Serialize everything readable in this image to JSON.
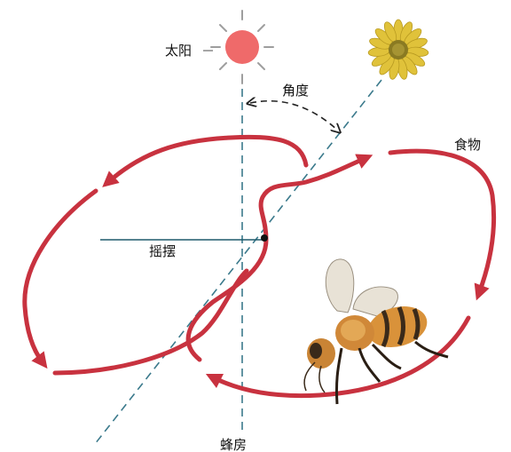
{
  "labels": {
    "sun": "太阳",
    "angle": "角度",
    "food": "食物",
    "waggle": "摇摆",
    "hive": "蜂房"
  },
  "colors": {
    "path": "#c8323f",
    "sun": "#ef6a6a",
    "sun_rays": "#9e9e9e",
    "line": "#3b7a8c",
    "flower": "#e0c23a",
    "flower_center": "#8a7a22",
    "bee_body": "#d9923a",
    "bee_stripe": "#3a2a1a",
    "bee_wing": "#e8e2d6"
  },
  "icons": {
    "sun": "sun-icon",
    "flower": "flower-icon",
    "bee": "bee-icon"
  }
}
